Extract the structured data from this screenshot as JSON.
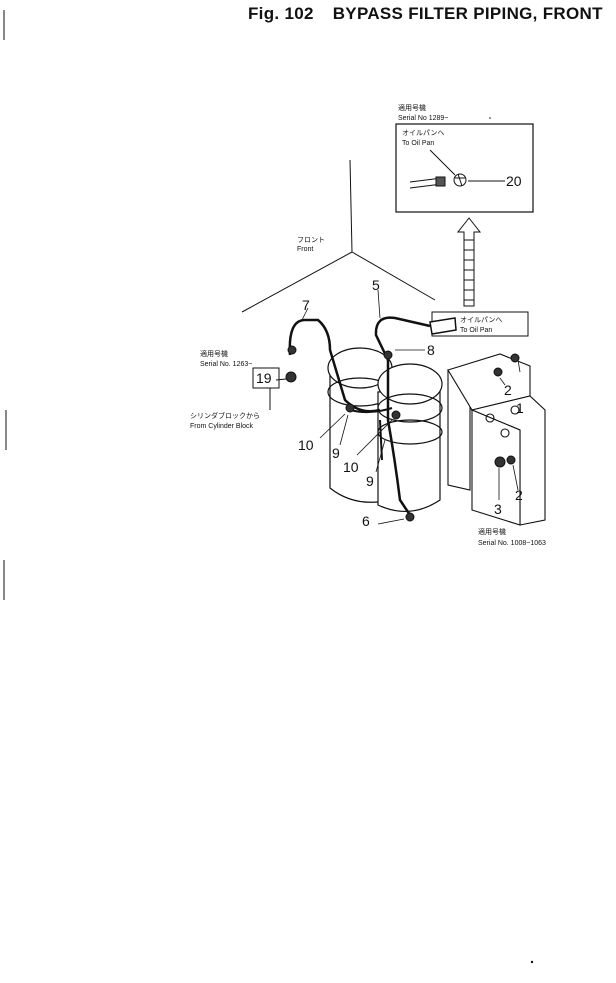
{
  "header": {
    "fig_label": "Fig. 102",
    "title": "BYPASS FILTER PIPING, FRONT"
  },
  "labels": {
    "front_jp": "フロント",
    "front_en": "Front",
    "inset_serial_jp": "適用号機",
    "inset_serial_en": "Serial No 1289~",
    "inset_oilpan_jp": "オイルパンへ",
    "inset_oilpan_en": "To Oil Pan",
    "oilpan_jp": "オイルパンへ",
    "oilpan_en": "To Oil Pan",
    "left_serial_jp": "適用号機",
    "left_serial_en": "Serial No. 1263~",
    "cylinder_jp": "シリンダブロックから",
    "cylinder_en": "From Cylinder Block",
    "bottom_serial_jp": "適用号機",
    "bottom_serial_en": "Serial No. 1008~1063"
  },
  "part_numbers": {
    "p1": "1",
    "p2a": "2",
    "p2b": "2",
    "p3": "3",
    "p5": "5",
    "p6": "6",
    "p7": "7",
    "p8": "8",
    "p9a": "9",
    "p9b": "9",
    "p10a": "10",
    "p10b": "10",
    "p19": "19",
    "p20": "20"
  },
  "colors": {
    "ink": "#111111",
    "paper": "#ffffff"
  }
}
